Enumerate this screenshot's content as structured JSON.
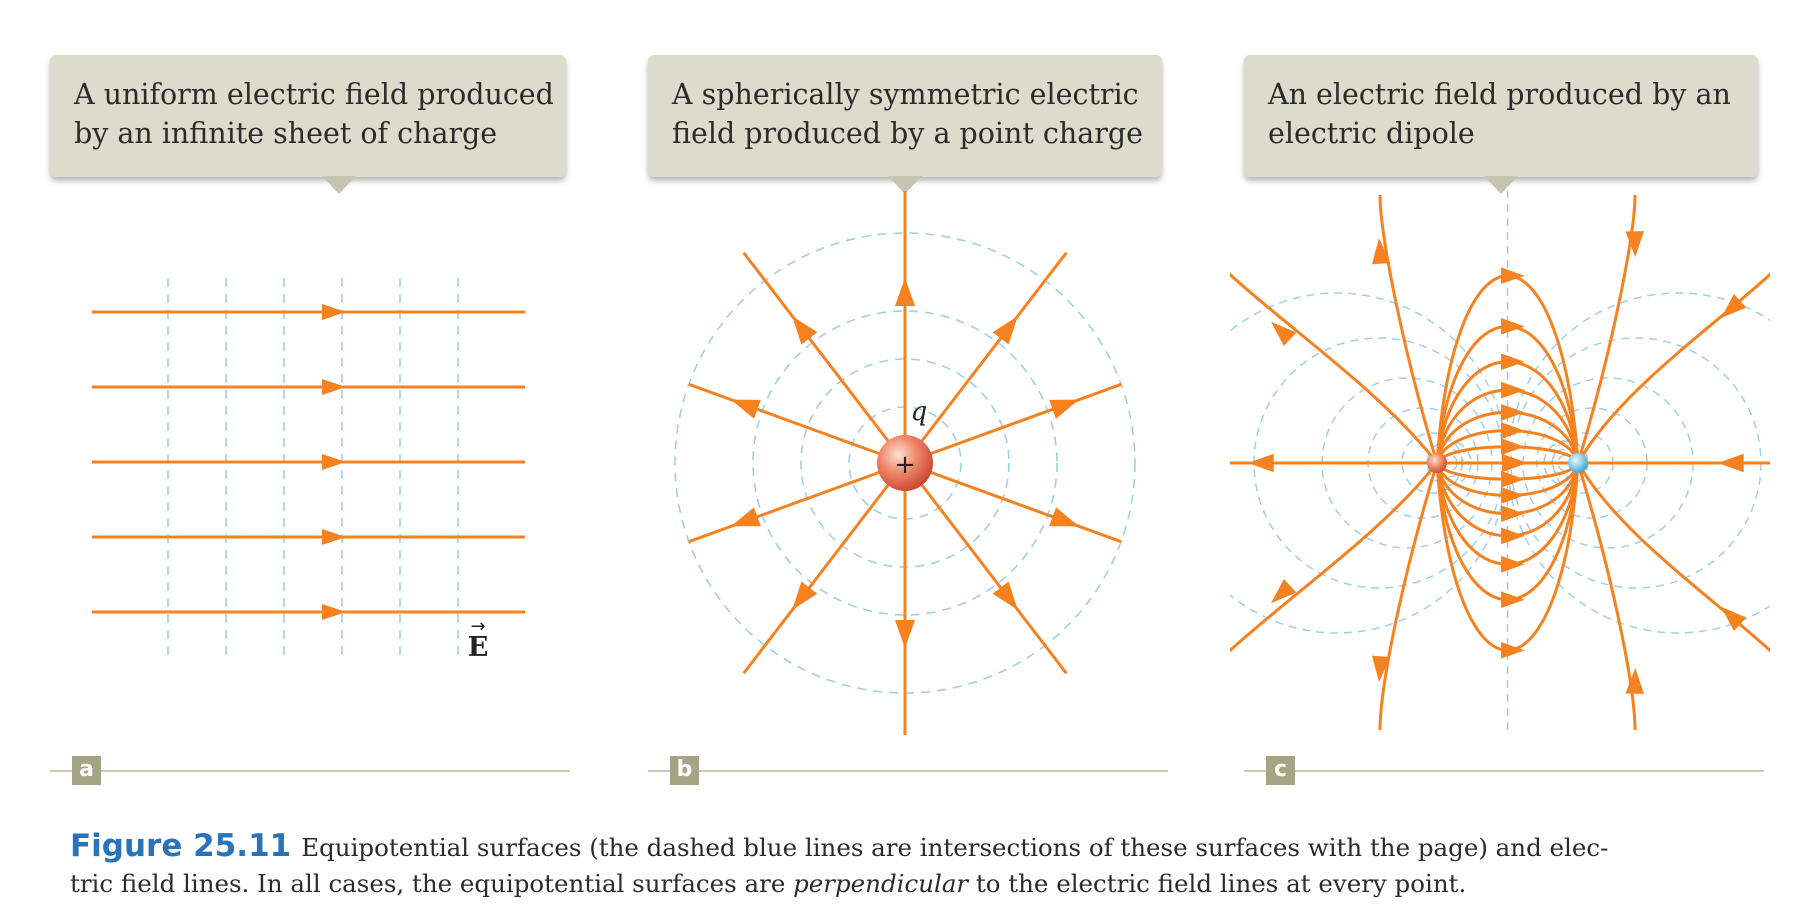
{
  "panels": [
    {
      "label": "a",
      "callout_lines": [
        "A uniform electric field produced",
        "by an infinite sheet of charge"
      ],
      "field_symbol": "E",
      "vector_arrow": "→"
    },
    {
      "label": "b",
      "callout_lines": [
        "A spherically symmetric electric",
        "field produced by a point charge"
      ],
      "charge_label": "q",
      "charge_sign": "+"
    },
    {
      "label": "c",
      "callout_lines": [
        "An electric field produced by an",
        "electric dipole"
      ]
    }
  ],
  "caption": {
    "figure_label": "Figure 25.11",
    "line1": "Equipotential surfaces (the dashed blue lines are intersections of these surfaces with the page) and elec-",
    "line2_before": "tric field lines. In all cases, the equipotential surfaces are ",
    "line2_emphasis": "perpendicular",
    "line2_after": " to the electric field lines at every point."
  },
  "colors": {
    "field_line": "#f5821f",
    "equipotential": "#9fd0e6",
    "callout_bg": "#dcdccc",
    "label_bg": "#a5a485",
    "figure_label": "#2a73b8",
    "positive_charge": "#e8604a",
    "negative_charge": "#7ec6e6"
  }
}
